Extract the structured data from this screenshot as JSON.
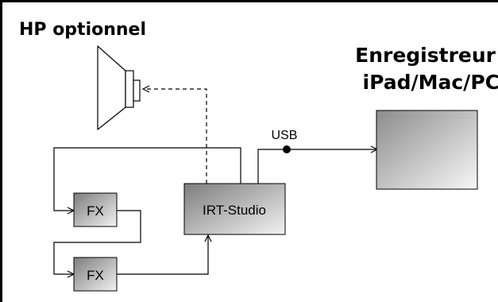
{
  "diagram": {
    "optional_speaker_label": "HP optionnel",
    "recorder_label_line1": "Enregistreur",
    "recorder_label_line2": "iPad/Mac/PC",
    "usb_label": "USB",
    "main_unit_label": "IRT-Studio",
    "fx1_label": "FX",
    "fx2_label": "FX"
  },
  "colors": {
    "box_gradient_light": "#ececec",
    "box_gradient_dark": "#7a7a7a",
    "line": "#000000"
  }
}
